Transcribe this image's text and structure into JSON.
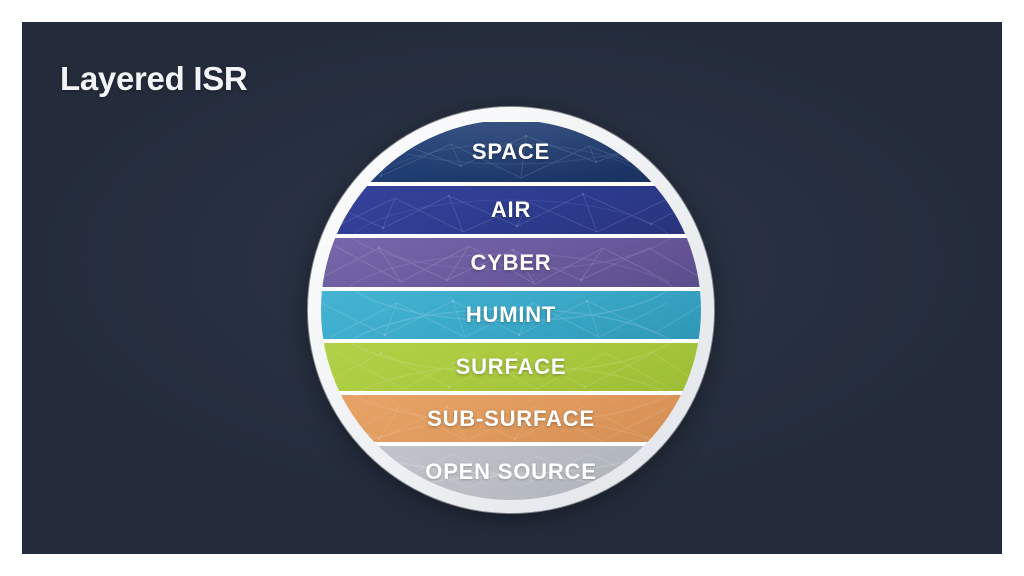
{
  "slide": {
    "title": "Layered ISR",
    "background_color": "#242c3c",
    "frame_color": "#ffffff"
  },
  "diagram": {
    "name": "layered-isr-circle",
    "shape": "circle",
    "ring_color": "#ffffff",
    "layers": [
      {
        "label": "SPACE",
        "color": "#1e3a6e",
        "text_color": "#ffffff",
        "order": 1
      },
      {
        "label": "AIR",
        "color": "#2d3b8f",
        "text_color": "#ffffff",
        "order": 2
      },
      {
        "label": "CYBER",
        "color": "#6b5a9e",
        "text_color": "#ffffff",
        "order": 3
      },
      {
        "label": "HUMINT",
        "color": "#3aa8c8",
        "text_color": "#ffffff",
        "order": 4
      },
      {
        "label": "SURFACE",
        "color": "#a8c93e",
        "text_color": "#ffffff",
        "order": 5
      },
      {
        "label": "SUB-SURFACE",
        "color": "#e09a5e",
        "text_color": "#ffffff",
        "order": 6
      },
      {
        "label": "OPEN SOURCE",
        "color": "#b8bcc2",
        "text_color": "#ffffff",
        "order": 7
      }
    ]
  }
}
